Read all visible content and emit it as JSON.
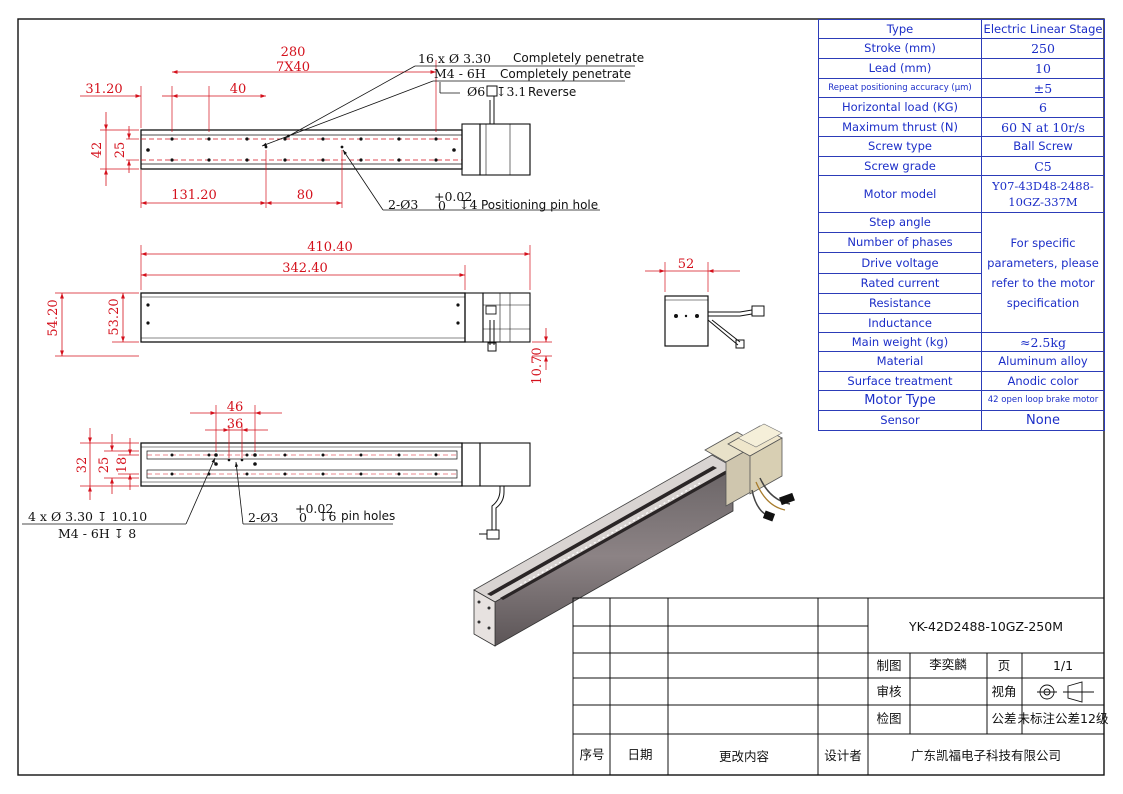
{
  "spec_table": [
    {
      "key": "Type",
      "value": "Electric Linear Stage"
    },
    {
      "key": "Stroke (mm)",
      "value": "250"
    },
    {
      "key": "Lead (mm)",
      "value": "10"
    },
    {
      "key": "Repeat positioning accuracy (μm)",
      "value": "±5"
    },
    {
      "key": "Horizontal load (KG)",
      "value": "6"
    },
    {
      "key": "Maximum thrust (N)",
      "value": "60 N at 10r/s"
    },
    {
      "key": "Screw type",
      "value": "Ball Screw"
    },
    {
      "key": "Screw grade",
      "value": "C5"
    },
    {
      "key": "Motor model",
      "value": "Y07-43D48-2488-10GZ-337M"
    },
    {
      "key": "Step angle"
    },
    {
      "key": "Number of phases"
    },
    {
      "key": "Drive voltage"
    },
    {
      "key": "Rated current"
    },
    {
      "key": "Resistance"
    },
    {
      "key": "Inductance"
    },
    {
      "key": "Main weight (kg)",
      "value": "≈2.5kg"
    },
    {
      "key": "Material",
      "value": "Aluminum alloy"
    },
    {
      "key": "Surface treatment",
      "value": "Anodic color"
    },
    {
      "key": "Motor Type",
      "value": "42 open loop brake motor"
    },
    {
      "key": "Sensor",
      "value": "None"
    }
  ],
  "motor_spec_note": "For specific parameters, please refer to the motor specification",
  "top_view": {
    "dim_280": "280",
    "dim_7x40": "7X40",
    "dim_31_20": "31.20",
    "dim_40": "40",
    "dim_42": "42",
    "dim_25": "25",
    "dim_131_20": "131.20",
    "dim_80": "80",
    "callout_holes_a": "16 x Ø 3.30",
    "callout_holes_b": "Completely penetrate",
    "callout_thread_a": "M4 - 6H",
    "callout_thread_b": "Completely penetrate",
    "callout_cbore_a": "Ø6",
    "callout_cbore_b": "↧3.1",
    "callout_cbore_c": "Reverse",
    "callout_pin_a": "2-Ø3",
    "callout_pin_tol_upper": "+0.02",
    "callout_pin_tol_lower": "0",
    "callout_pin_b": "↧4",
    "callout_pin_c": "Positioning pin hole"
  },
  "side_view": {
    "dim_410_40": "410.40",
    "dim_342_40": "342.40",
    "dim_54_20": "54.20",
    "dim_53_20": "53.20",
    "dim_10_70": "10.70"
  },
  "end_view": {
    "dim_52": "52"
  },
  "bottom_view": {
    "dim_46": "46",
    "dim_36": "36",
    "dim_32": "32",
    "dim_25": "25",
    "dim_18": "18",
    "callout_a1": "4 x Ø 3.30 ↧ 10.10",
    "callout_a2": "M4 - 6H ↧ 8",
    "callout_b1": "2-Ø3",
    "callout_b_tol_upper": "+0.02",
    "callout_b_tol_lower": "0",
    "callout_b2": "↧6",
    "callout_b3": "pin holes"
  },
  "title_block": {
    "part_number": "YK-42D2488-10GZ-250M",
    "drawn_label": "制图",
    "drawn_name": "李奕麟",
    "page_label": "页",
    "page_value": "1/1",
    "review_label": "审核",
    "view_label": "视角",
    "check_label": "检图",
    "tol_label": "公差",
    "tol_value": "未标注公差12级",
    "seq_label": "序号",
    "date_label": "日期",
    "change_label": "更改内容",
    "designer_label": "设计者",
    "company": "广东凯福电子科技有限公司"
  }
}
